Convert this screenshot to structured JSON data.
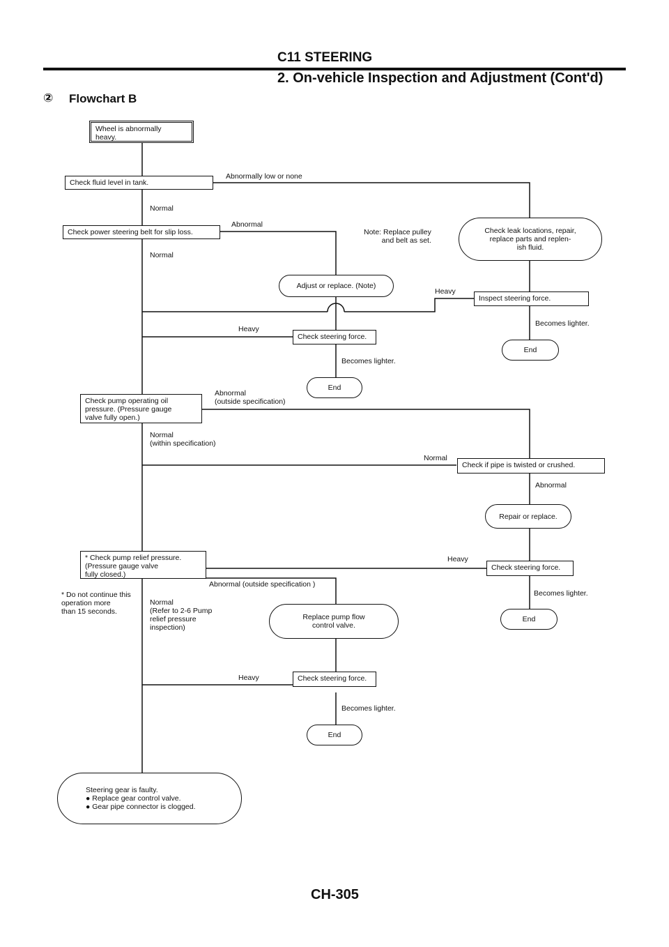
{
  "header": {
    "section": "C11 STEERING",
    "subtitle": "2. On-vehicle Inspection and Adjustment (Cont'd)"
  },
  "flowchart": {
    "marker": "②",
    "title": "Flowchart B",
    "nodes": {
      "start": "Wheel is abnormally\nheavy.",
      "check_fluid": "Check fluid level in tank.",
      "check_belt": "Check power steering belt for slip loss.",
      "adjust_replace": "Adjust or replace. (Note)",
      "check_force_1": "Check steering force.",
      "end_1": "End",
      "check_leak": "Check leak locations, repair,\nreplace parts and replen-\nish fluid.",
      "inspect_force": "Inspect steering force.",
      "end_2": "End",
      "check_pump": "Check pump operating oil\npressure. (Pressure gauge\nvalve fully open.)",
      "check_pipe": "Check if pipe is twisted or crushed.",
      "repair_replace": "Repair or replace.",
      "check_force_2": "Check steering force.",
      "end_3": "End",
      "check_relief": "* Check pump relief pressure.\n(Pressure gauge valve\nfully closed.)",
      "replace_pump": "Replace pump flow\ncontrol valve.",
      "check_force_3": "Check steering force.",
      "end_4": "End",
      "steering_gear": "Steering gear is faulty.\n● Replace gear control valve.\n● Gear pipe connector is clogged."
    },
    "labels": {
      "abn_low": "Abnormally low or none",
      "normal_1": "Normal",
      "abnormal_1": "Abnormal",
      "normal_2": "Normal",
      "note": "Note: Replace pulley\nand belt as set.",
      "heavy_1": "Heavy",
      "heavy_2": "Heavy",
      "becomes_1": "Becomes lighter.",
      "becomes_2": "Becomes lighter.",
      "abnormal_2": "Abnormal\n(outside specification)",
      "normal_3": "Normal\n(within specification)",
      "normal_4": "Normal",
      "abnormal_3": "Abnormal",
      "heavy_3": "Heavy",
      "becomes_3": "Becomes lighter.",
      "abnormal_4": "Abnormal (outside specification )",
      "normal_5": "Normal\n(Refer to 2-6 Pump\nrelief pressure\ninspection)",
      "caution": "* Do not continue this\noperation more\nthan 15 seconds.",
      "heavy_4": "Heavy",
      "becomes_4": "Becomes lighter."
    }
  },
  "footer": {
    "page": "CH-305"
  }
}
